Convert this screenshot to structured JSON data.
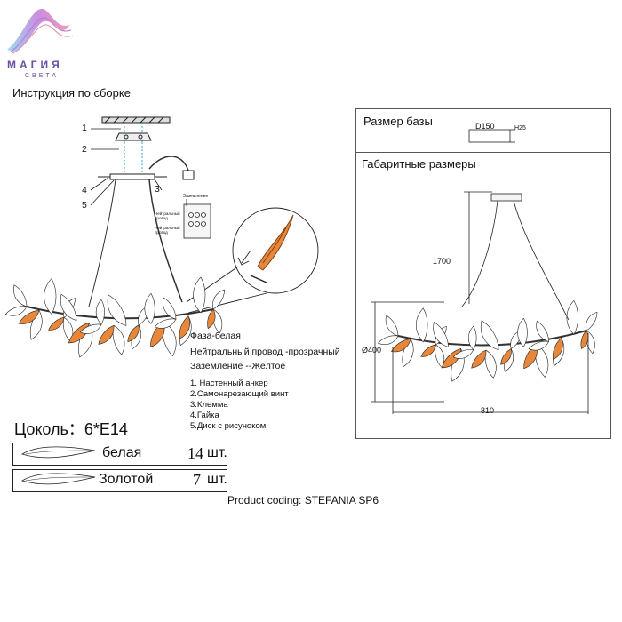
{
  "logo": {
    "word": "МАГИЯ",
    "sub": "СВЕТА"
  },
  "title": "Инструкция по сборке",
  "callouts": [
    "1",
    "2",
    "3",
    "4",
    "5"
  ],
  "wiring": {
    "phase": "Фаза-белая",
    "neutral": "Нейтральный провод -прозрачный",
    "ground": "Заземление --Жёлтое"
  },
  "terminal_labels": {
    "ground": "Заземление",
    "neutral_top": "Нейтральный провод",
    "neutral_bottom": "Нейтральный провод"
  },
  "parts": [
    "1. Настенный анкер",
    "2.Самонарезающий винт",
    "3.Клемма",
    "4.Гайка",
    "5.Диск с рисуноком"
  ],
  "socket": "Цоколь：6*E14",
  "counts": [
    {
      "label": "белая",
      "qty": "14",
      "unit": "шт."
    },
    {
      "label": "Золотой",
      "qty": "7",
      "unit": "шт."
    }
  ],
  "base": {
    "label": "Размер базы",
    "d": "D150",
    "h": "H25"
  },
  "dims": {
    "label": "Габаритные размеры",
    "height": "1700",
    "diameter": "Ø400",
    "width": "810"
  },
  "product_coding": "Product coding: STEFANIA SP6",
  "colors": {
    "logo": "#6a4fa3",
    "amber": "#e8873a",
    "line": "#222222"
  }
}
